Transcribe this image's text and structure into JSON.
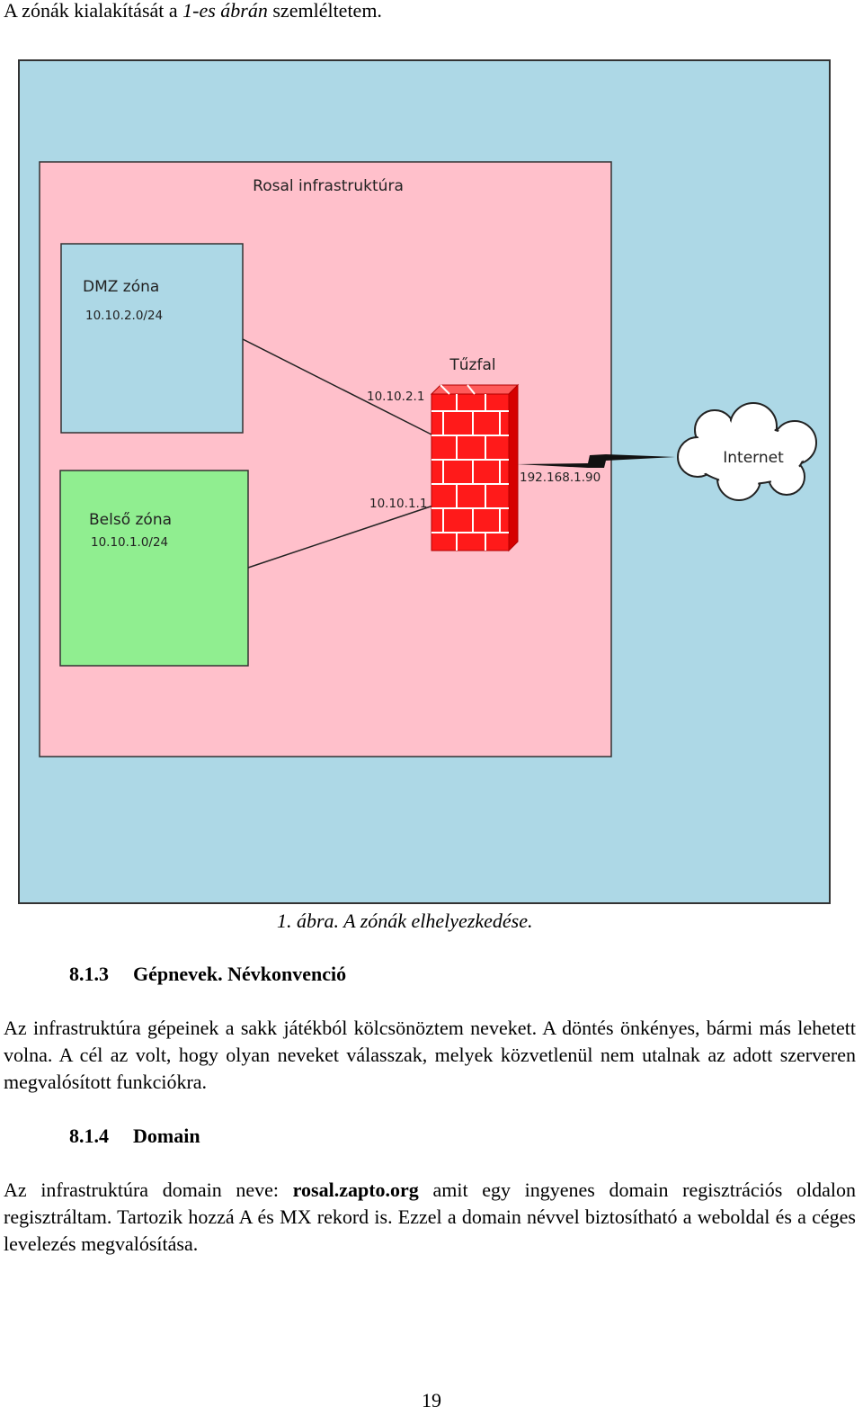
{
  "intro": {
    "part1": "A zónák kialakítását a ",
    "part2": "1-es ábrán",
    "part3": " szemléltetem."
  },
  "diagram": {
    "infra_label": "Rosal infrastruktúra",
    "dmz": {
      "name": "DMZ zóna",
      "subnet": "10.10.2.0/24"
    },
    "internal": {
      "name": "Belső zóna",
      "subnet": "10.10.1.0/24"
    },
    "firewall": {
      "name": "Tűzfal",
      "ip_dmz": "10.10.2.1",
      "ip_internal": "10.10.1.1",
      "ip_external": "192.168.1.90"
    },
    "internet": "Internet",
    "colors": {
      "outer": "#add8e6",
      "infra": "#ffc0cb",
      "dmz": "#add8e6",
      "internal": "#90ee90",
      "firewall": "#ff1a1a",
      "cloud": "#ffffff"
    }
  },
  "caption": "1. ábra. A zónák elhelyezkedése.",
  "section1": {
    "number": "8.1.3",
    "title": "Gépnevek. Névkonvenció",
    "body": "Az infrastruktúra gépeinek a sakk játékból kölcsönöztem neveket. A döntés önkényes, bármi más lehetett volna. A cél az volt, hogy olyan neveket válasszak, melyek közvetlenül nem utalnak az adott szerveren megvalósított funkciókra."
  },
  "section2": {
    "number": "8.1.4",
    "title": "Domain",
    "body_before": "Az infrastruktúra domain neve: ",
    "domain": "rosal.zapto.org",
    "body_after": " amit egy ingyenes domain regisztrációs oldalon regisztráltam. Tartozik hozzá A és MX rekord is. Ezzel a domain névvel biztosítható a weboldal és a céges levelezés megvalósítása."
  },
  "page_number": "19"
}
